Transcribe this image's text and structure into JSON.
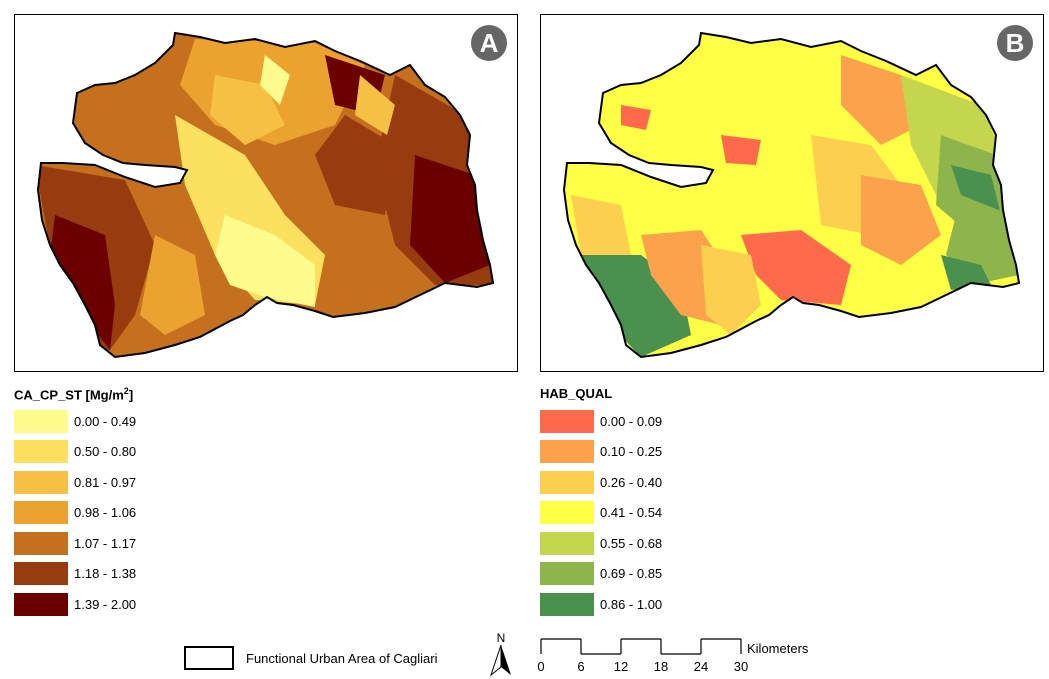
{
  "map_a": {
    "badge": "A",
    "legend_title": "CA_CP_ST [Mg/m",
    "legend_title_sup": "2",
    "legend_title_end": "]",
    "classes": [
      {
        "label": "0.00 - 0.49",
        "color": "#fffb8c"
      },
      {
        "label": "0.50 - 0.80",
        "color": "#fce060"
      },
      {
        "label": "0.81 - 0.97",
        "color": "#f6c045"
      },
      {
        "label": "0.98 - 1.06",
        "color": "#eca22e"
      },
      {
        "label": "1.07 - 1.17",
        "color": "#c4701f"
      },
      {
        "label": "1.18 - 1.38",
        "color": "#963c0e"
      },
      {
        "label": "1.39 - 2.00",
        "color": "#6b0000"
      }
    ]
  },
  "map_b": {
    "badge": "B",
    "legend_title": "HAB_QUAL",
    "classes": [
      {
        "label": "0.00 - 0.09",
        "color": "#ff6a4d"
      },
      {
        "label": "0.10 - 0.25",
        "color": "#fca24d"
      },
      {
        "label": "0.26 - 0.40",
        "color": "#fdcf4f"
      },
      {
        "label": "0.41 - 0.54",
        "color": "#ffff46"
      },
      {
        "label": "0.55 - 0.68",
        "color": "#c4d64d"
      },
      {
        "label": "0.69 - 0.85",
        "color": "#8db54c"
      },
      {
        "label": "0.86 - 1.00",
        "color": "#4a904f"
      }
    ]
  },
  "boundary_legend": {
    "label": "Functional Urban Area of Cagliari"
  },
  "north_arrow": {
    "label": "N"
  },
  "scale_bar": {
    "unit": "Kilometers",
    "ticks": [
      "0",
      "6",
      "12",
      "18",
      "24",
      "30"
    ]
  }
}
